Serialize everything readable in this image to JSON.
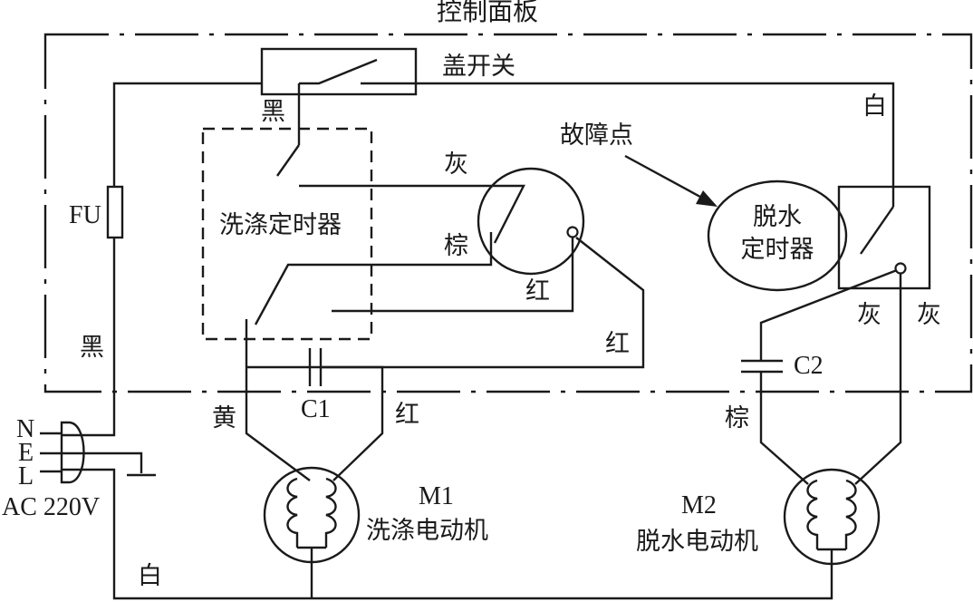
{
  "labels": {
    "panel_title": "控制面板",
    "lid_switch": "盖开关",
    "wash_timer": "洗涤定时器",
    "fault_point": "故障点",
    "spin_timer_line1": "脱水",
    "spin_timer_line2": "定时器",
    "fuse": "FU",
    "cap1": "C1",
    "cap2": "C2",
    "motor1_id": "M1",
    "motor1_name": "洗涤电动机",
    "motor2_id": "M2",
    "motor2_name": "脱水电动机",
    "plug_n": "N",
    "plug_e": "E",
    "plug_l": "L",
    "supply": "AC 220V"
  },
  "wire_colors": {
    "black_top": "黑",
    "black_left": "黑",
    "white_top": "白",
    "white_bottom": "白",
    "gray_wash": "灰",
    "brown_wash": "棕",
    "red_wash_1": "红",
    "red_wash_2": "红",
    "red_motor": "红",
    "yellow_motor": "黄",
    "gray_spin_1": "灰",
    "gray_spin_2": "灰",
    "brown_spin": "棕"
  }
}
